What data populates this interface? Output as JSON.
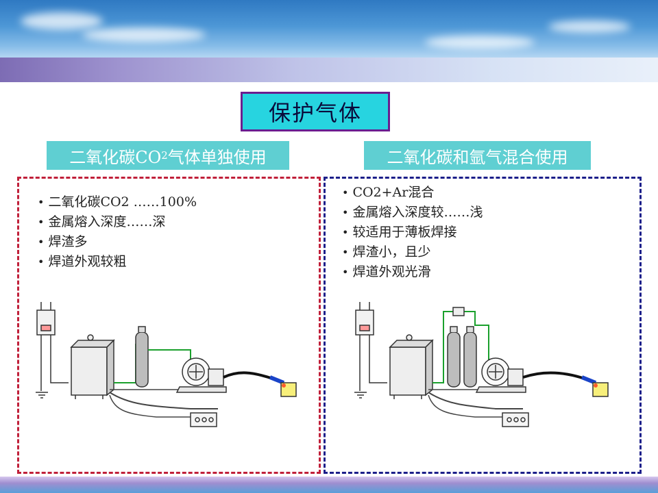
{
  "slide": {
    "title": "保护气体",
    "left": {
      "heading_pre": "二氧化碳CO",
      "heading_sub": "2",
      "heading_post": "气体单独使用",
      "bullets": [
        "二氧化碳CO2 ……100%",
        "金属熔入深度……深",
        "焊渣多",
        "焊道外观较粗"
      ]
    },
    "right": {
      "heading": "二氧化碳和氩气混合使用",
      "bullets": [
        "CO2+Ar混合",
        "金属熔入深度较……浅",
        "较适用于薄板焊接",
        "焊渣小，且少",
        "焊道外观光滑"
      ]
    }
  },
  "colors": {
    "title_bg": "#27d4e0",
    "title_border": "#6b1d8f",
    "heading_bg": "#5fcfd2",
    "left_border": "#c0203a",
    "right_border": "#1c1f8a"
  }
}
